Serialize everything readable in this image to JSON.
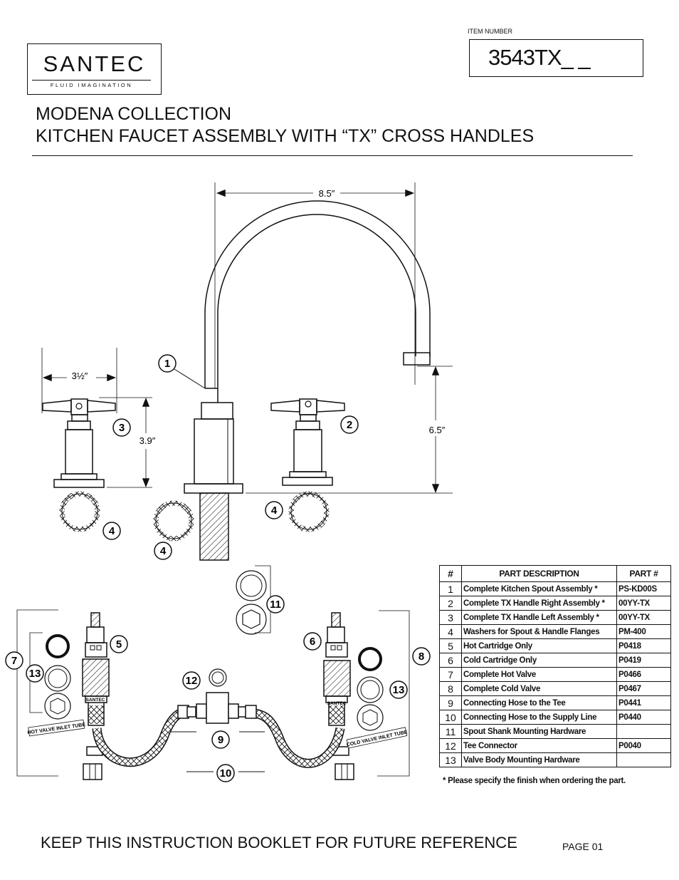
{
  "brand": {
    "name": "SANTEC",
    "tagline": "FLUID IMAGINATION"
  },
  "item": {
    "label": "ITEM NUMBER",
    "value": "3543TX_ _"
  },
  "title": {
    "line1": "MODENA COLLECTION",
    "line2": "KITCHEN FAUCET ASSEMBLY WITH “TX” CROSS HANDLES"
  },
  "dimensions": {
    "spout_reach": "8.5″",
    "handle_width": "3½″",
    "handle_height": "3.9″",
    "spout_height": "6.5″"
  },
  "callouts": [
    "1",
    "2",
    "3",
    "4",
    "5",
    "6",
    "7",
    "8",
    "9",
    "10",
    "11",
    "12",
    "13"
  ],
  "inlet_labels": {
    "hot": "HOT VALVE INLET TUBE",
    "cold": "COLD VALVE INLET TUBE"
  },
  "valve_stamp": "SANTEC",
  "parts_table": {
    "headers": {
      "num": "#",
      "desc": "PART  DESCRIPTION",
      "part": "PART #"
    },
    "rows": [
      {
        "num": "1",
        "desc": "Complete Kitchen Spout Assembly  *",
        "part": "PS-KD00S"
      },
      {
        "num": "2",
        "desc": "Complete TX Handle Right  Assembly *",
        "part": "00YY-TX"
      },
      {
        "num": "3",
        "desc": "Complete TX Handle Left  Assembly *",
        "part": "00YY-TX"
      },
      {
        "num": "4",
        "desc": "Washers for Spout & Handle Flanges",
        "part": "PM-400"
      },
      {
        "num": "5",
        "desc": "Hot Cartridge Only",
        "part": "P0418"
      },
      {
        "num": "6",
        "desc": "Cold Cartridge Only",
        "part": "P0419"
      },
      {
        "num": "7",
        "desc": "Complete Hot Valve",
        "part": "P0466"
      },
      {
        "num": "8",
        "desc": "Complete Cold Valve",
        "part": "P0467"
      },
      {
        "num": "9",
        "desc": "Connecting Hose to the Tee",
        "part": "P0441"
      },
      {
        "num": "10",
        "desc": "Connecting Hose to the Supply Line",
        "part": "P0440"
      },
      {
        "num": "11",
        "desc": "Spout Shank Mounting Hardware",
        "part": ""
      },
      {
        "num": "12",
        "desc": "Tee Connector",
        "part": "P0040"
      },
      {
        "num": "13",
        "desc": "Valve Body Mounting Hardware",
        "part": ""
      }
    ],
    "note": "* Please specify the finish when ordering the part."
  },
  "footer": {
    "text": "KEEP THIS INSTRUCTION BOOKLET FOR FUTURE REFERENCE",
    "page": "PAGE  01"
  }
}
